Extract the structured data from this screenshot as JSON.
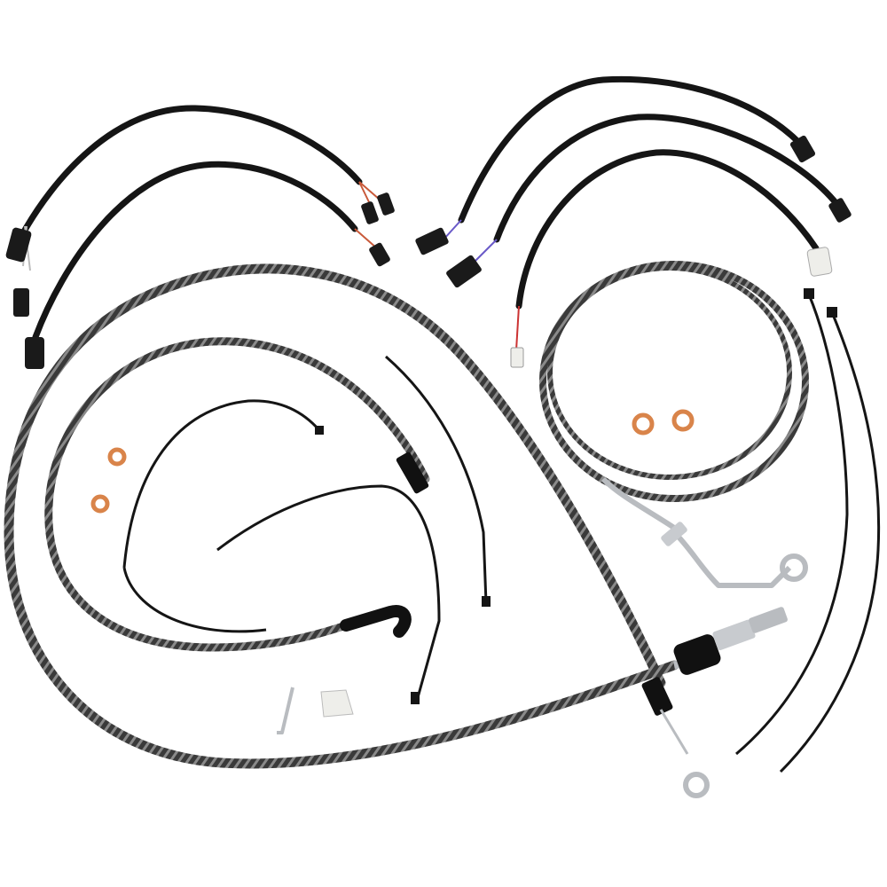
{
  "colors": {
    "background": "#ffffff",
    "braided_dark": "#3a3a3a",
    "braided_light": "#8a8a8a",
    "wire_black": "#151515",
    "chrome": "#b9bcc0",
    "copper": "#d9844a",
    "connector_white": "#eeeeea"
  },
  "parts": [
    {
      "kind": "wiring-harness",
      "count": 5
    },
    {
      "kind": "braided-clutch-cable",
      "count": 1
    },
    {
      "kind": "braided-brake-line",
      "count": 2
    },
    {
      "kind": "cable-tie",
      "count": 6
    },
    {
      "kind": "copper-crush-washer",
      "count": 4
    },
    {
      "kind": "chrome-brake-fitting",
      "count": 1
    },
    {
      "kind": "small-hardware",
      "count": 2
    }
  ]
}
